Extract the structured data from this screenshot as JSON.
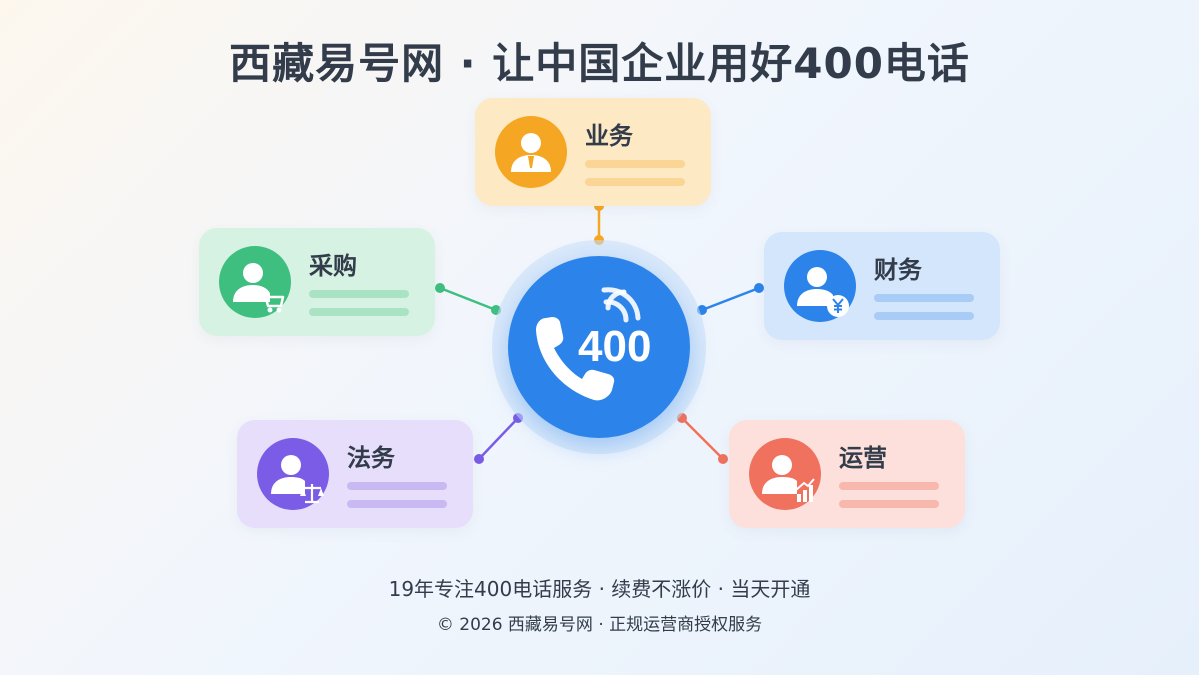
{
  "title": "西藏易号网 · 让中国企业用好400电话",
  "hub": {
    "number": "400",
    "color": "#2c84ea"
  },
  "departments": [
    {
      "label": "业务",
      "icon": "business-person-icon",
      "color": "#f5a623",
      "card": "#fde9c4",
      "bar": "#fbd596"
    },
    {
      "label": "采购",
      "icon": "shopping-cart-icon",
      "color": "#3fbf7f",
      "card": "#d6f2e2",
      "bar": "#a9e3c3"
    },
    {
      "label": "财务",
      "icon": "yen-icon",
      "color": "#2c84ea",
      "card": "#d3e6fb",
      "bar": "#a8ccf5"
    },
    {
      "label": "法务",
      "icon": "scales-icon",
      "color": "#7a5ce6",
      "card": "#e6defb",
      "bar": "#c9b9f3"
    },
    {
      "label": "运营",
      "icon": "growth-chart-icon",
      "color": "#f0715e",
      "card": "#fde0db",
      "bar": "#f8b8ad"
    }
  ],
  "footer": {
    "line1": "19年专注400电话服务 · 续费不涨价 · 当天开通",
    "line2": "© 2026 西藏易号网 · 正规运营商授权服务"
  }
}
